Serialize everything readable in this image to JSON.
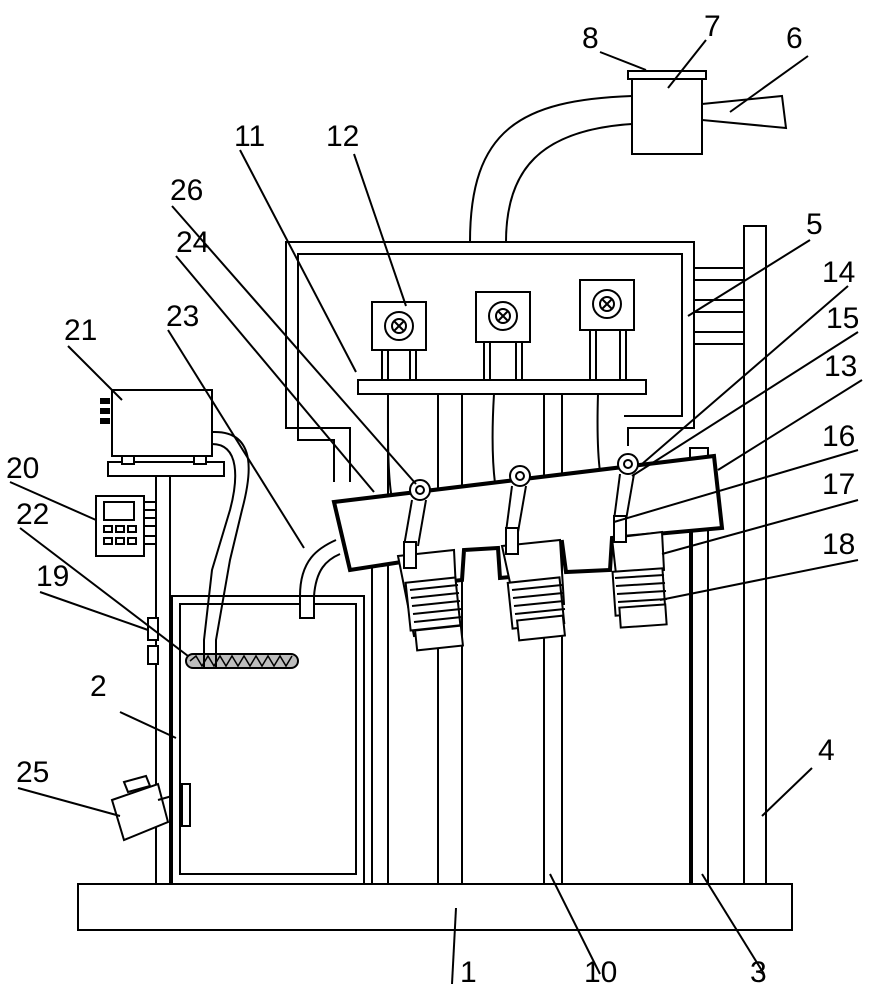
{
  "figure": {
    "labels": [
      "1",
      "2",
      "3",
      "4",
      "5",
      "6",
      "7",
      "8",
      "10",
      "11",
      "12",
      "13",
      "14",
      "15",
      "16",
      "17",
      "18",
      "19",
      "20",
      "21",
      "22",
      "23",
      "24",
      "25",
      "26"
    ],
    "colors": {
      "line": "#000000",
      "background": "#ffffff"
    }
  }
}
